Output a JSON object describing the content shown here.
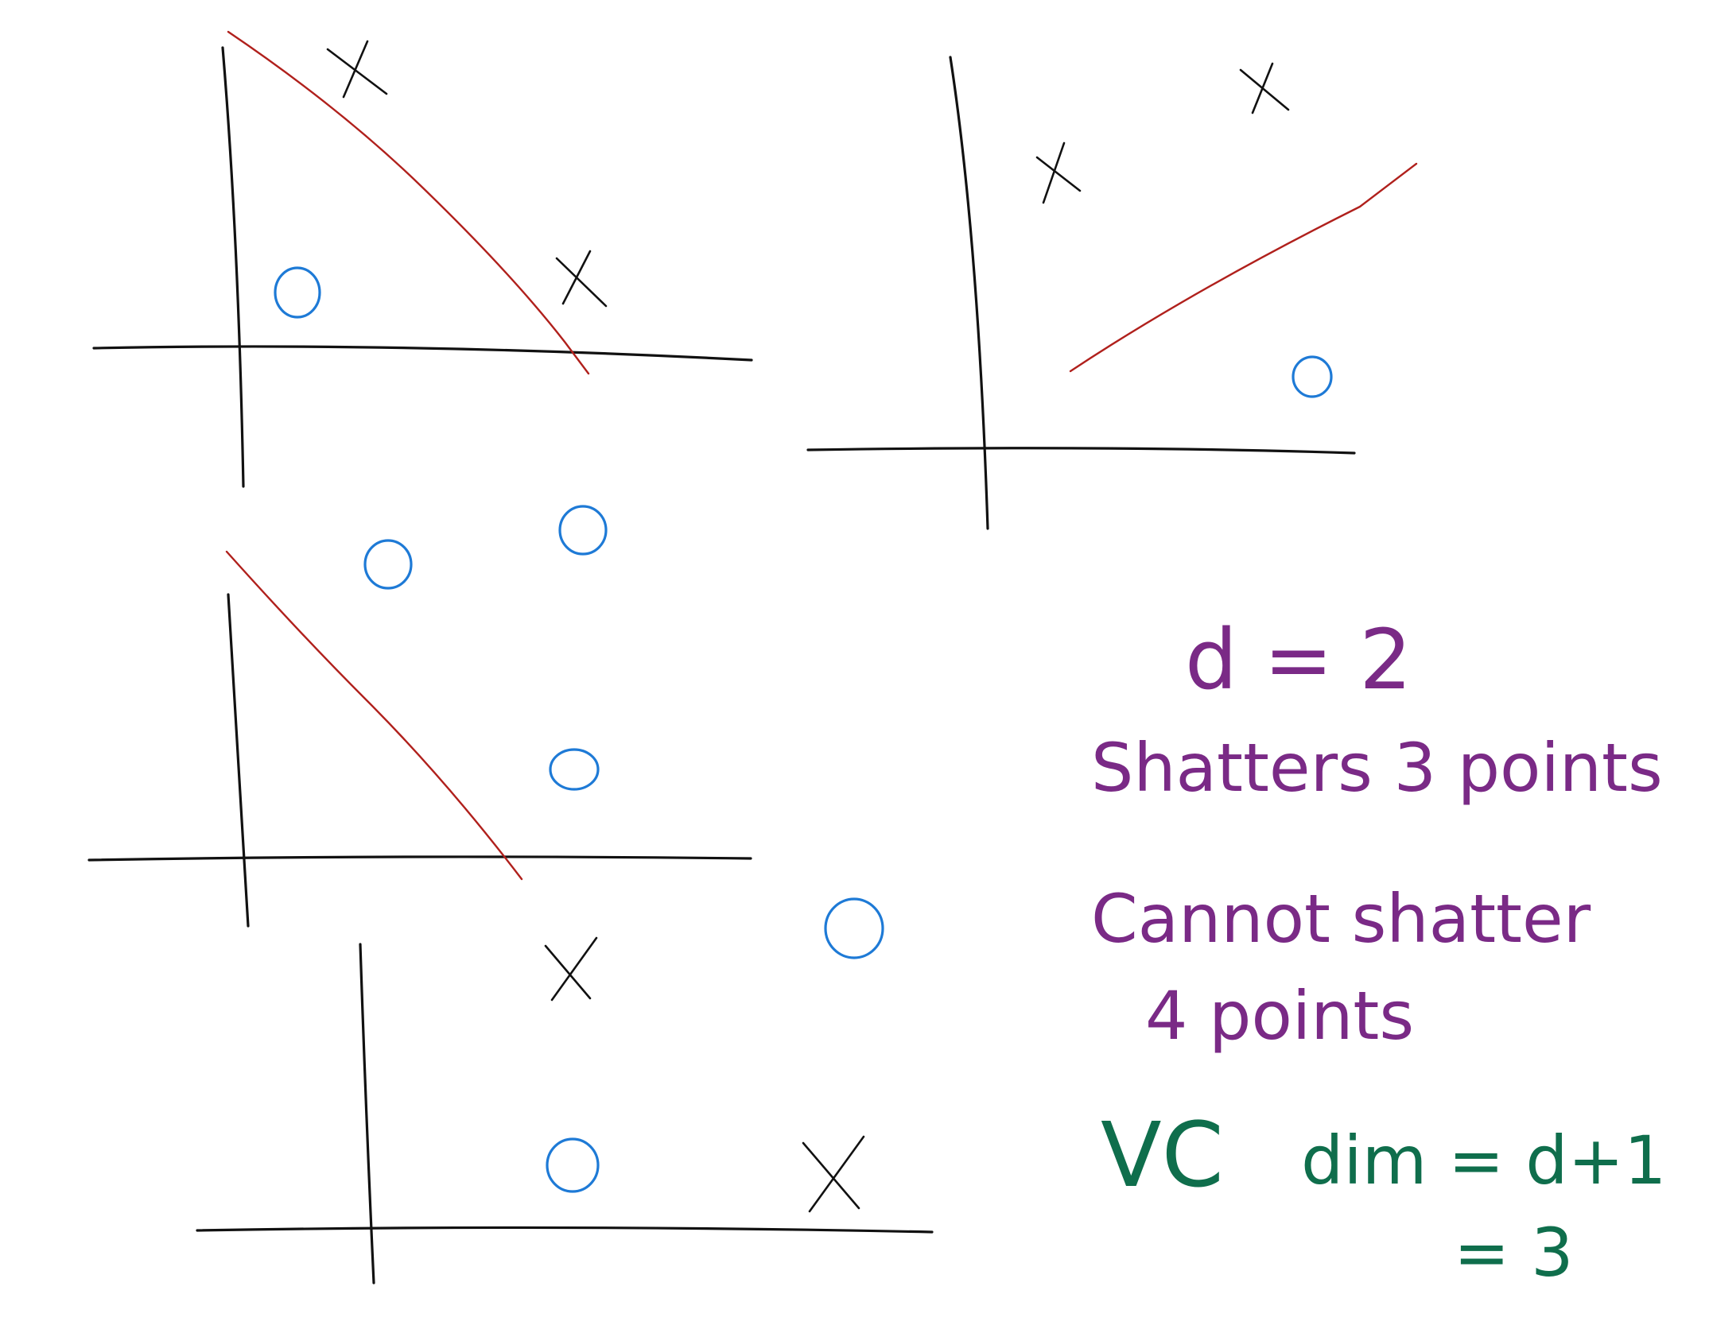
{
  "colors": {
    "axis": "#111111",
    "separator": "#b0201c",
    "cross": "#111111",
    "circle": "#1e7ad6",
    "note_purple": "#7a2a86",
    "note_green": "#0f6e4c"
  },
  "notes": {
    "d_eq": "d = 2",
    "shatters": "Shatters 3 points",
    "cannot_line1": "Cannot shatter",
    "cannot_line2": "4 points",
    "vc_label": "VC",
    "vc_dim": "dim = d+1",
    "vc_value": "= 3"
  }
}
